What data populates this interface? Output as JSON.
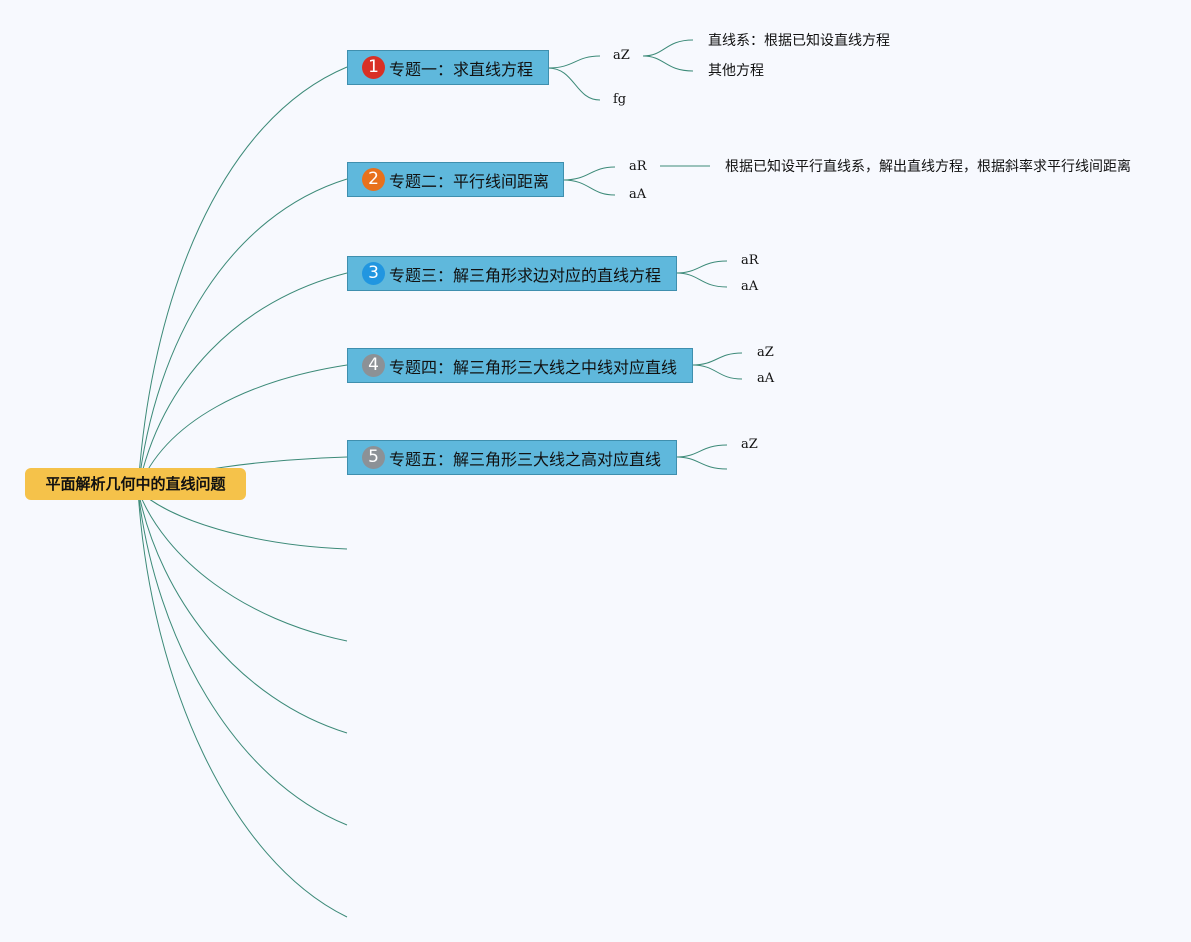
{
  "root": {
    "label": "平面解析几何中的直线问题",
    "color": "#f5c24a"
  },
  "edge_color": "#3c8a78",
  "topics": [
    {
      "badge": "1",
      "badge_color": "#d93025",
      "label": "专题一：求直线方程",
      "children": [
        {
          "label": "aZ",
          "children": [
            {
              "label": "直线系：根据已知设直线方程"
            },
            {
              "label": "其他方程"
            }
          ]
        },
        {
          "label": "fg",
          "children": []
        }
      ]
    },
    {
      "badge": "2",
      "badge_color": "#e8711c",
      "label": "专题二：平行线间距离",
      "children": [
        {
          "label": "aR",
          "children": [
            {
              "label": "根据已知设平行直线系，解出直线方程，根据斜率求平行线间距离"
            }
          ]
        },
        {
          "label": "aA",
          "children": []
        }
      ]
    },
    {
      "badge": "3",
      "badge_color": "#2196e0",
      "label": "专题三：解三角形求边对应的直线方程",
      "children": [
        {
          "label": "aR"
        },
        {
          "label": "aA"
        }
      ]
    },
    {
      "badge": "4",
      "badge_color": "#8c9196",
      "label": "专题四：解三角形三大线之中线对应直线",
      "children": [
        {
          "label": "aZ"
        },
        {
          "label": "aA"
        }
      ]
    },
    {
      "badge": "5",
      "badge_color": "#8c9196",
      "label": "专题五：解三角形三大线之高对应直线",
      "children": [
        {
          "label": "aZ"
        },
        {
          "label": ""
        }
      ]
    }
  ]
}
